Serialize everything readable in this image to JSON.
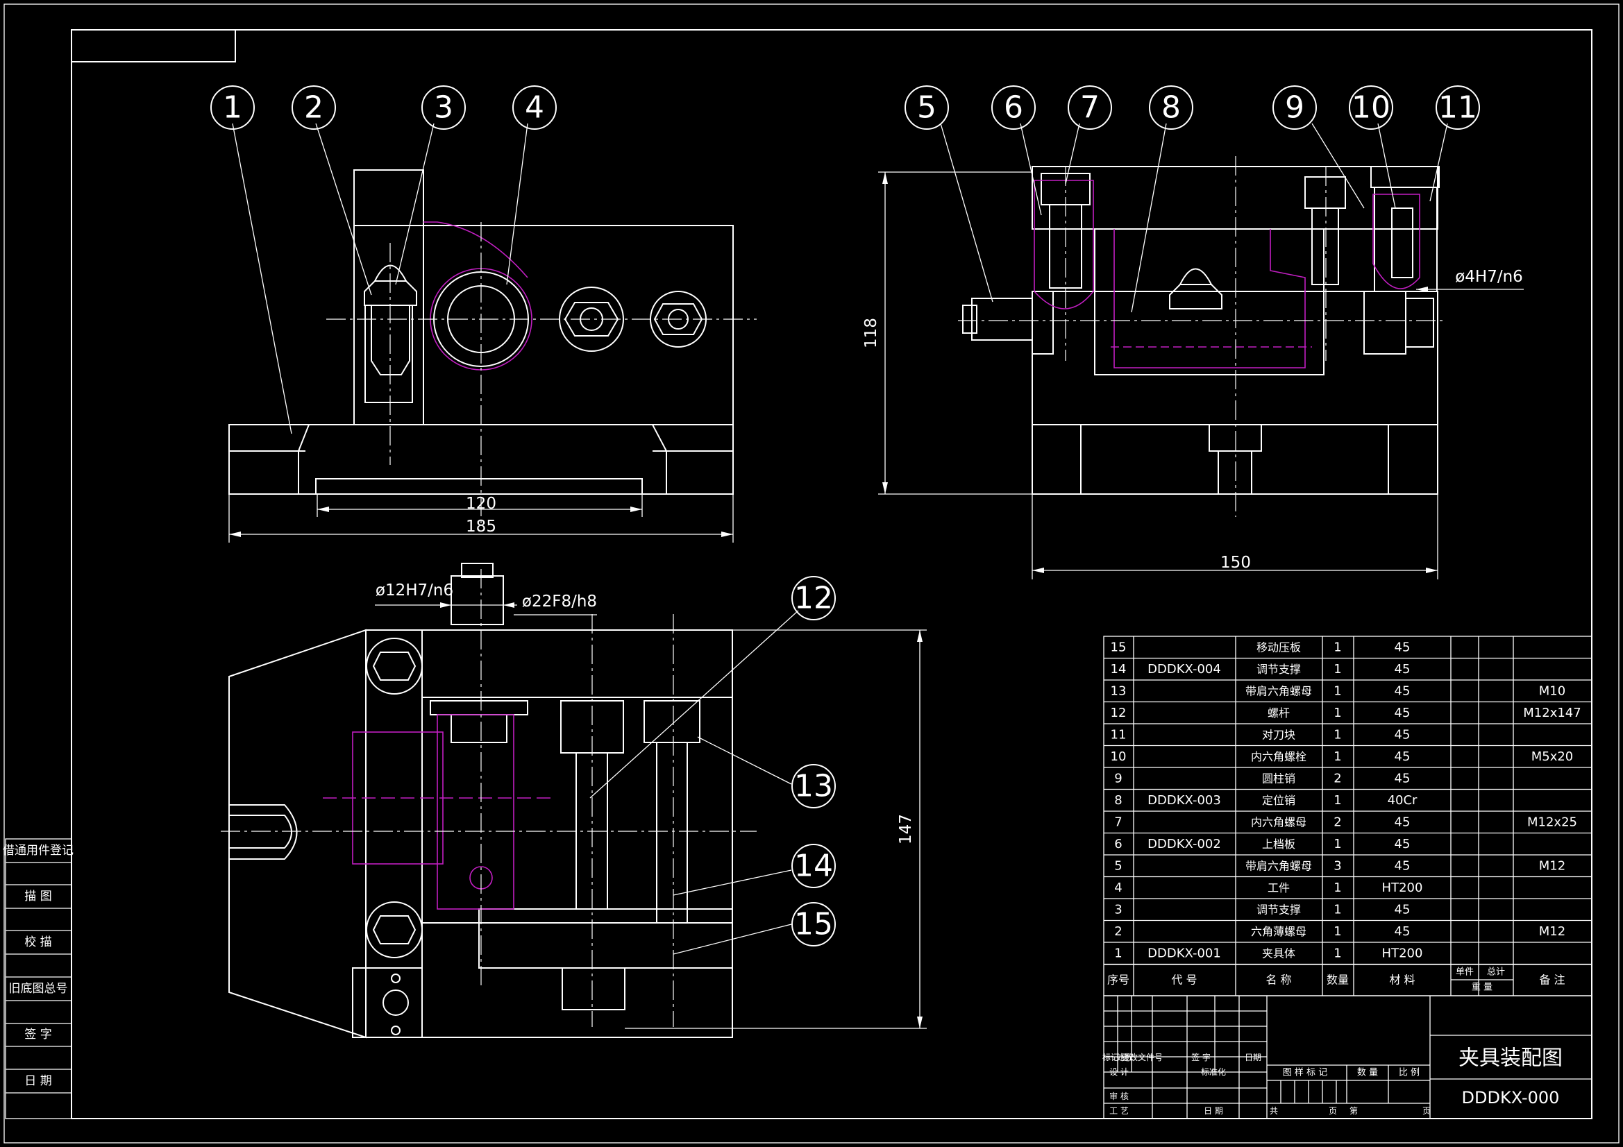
{
  "balloons": [
    "1",
    "2",
    "3",
    "4",
    "5",
    "6",
    "7",
    "8",
    "9",
    "10",
    "11",
    "12",
    "13",
    "14",
    "15"
  ],
  "dimensions": {
    "d120": "120",
    "d185": "185",
    "d118": "118",
    "d150": "150",
    "d147": "147",
    "fit_4": "ø4H7/n6",
    "fit_12": "ø12H7/n6",
    "fit_22": "ø22F8/h8"
  },
  "side_stamp": {
    "row1": "借通用件登记",
    "row2": "描    图",
    "row3": "校    描",
    "row4": "旧底图总号",
    "row5": "签    字",
    "row6": "日    期"
  },
  "bom": {
    "rows": [
      {
        "no": "15",
        "code": "",
        "name": "移动压板",
        "qty": "1",
        "material": "45",
        "note": ""
      },
      {
        "no": "14",
        "code": "DDDKX-004",
        "name": "调节支撑",
        "qty": "1",
        "material": "45",
        "note": ""
      },
      {
        "no": "13",
        "code": "",
        "name": "带肩六角螺母",
        "qty": "1",
        "material": "45",
        "note": "M10"
      },
      {
        "no": "12",
        "code": "",
        "name": "螺杆",
        "qty": "1",
        "material": "45",
        "note": "M12x147"
      },
      {
        "no": "11",
        "code": "",
        "name": "对刀块",
        "qty": "1",
        "material": "45",
        "note": ""
      },
      {
        "no": "10",
        "code": "",
        "name": "内六角螺栓",
        "qty": "1",
        "material": "45",
        "note": "M5x20"
      },
      {
        "no": "9",
        "code": "",
        "name": "圆柱销",
        "qty": "2",
        "material": "45",
        "note": ""
      },
      {
        "no": "8",
        "code": "DDDKX-003",
        "name": "定位销",
        "qty": "1",
        "material": "40Cr",
        "note": ""
      },
      {
        "no": "7",
        "code": "",
        "name": "内六角螺母",
        "qty": "2",
        "material": "45",
        "note": "M12x25"
      },
      {
        "no": "6",
        "code": "DDDKX-002",
        "name": "上档板",
        "qty": "1",
        "material": "45",
        "note": ""
      },
      {
        "no": "5",
        "code": "",
        "name": "带肩六角螺母",
        "qty": "3",
        "material": "45",
        "note": "M12"
      },
      {
        "no": "4",
        "code": "",
        "name": "工件",
        "qty": "1",
        "material": "HT200",
        "note": ""
      },
      {
        "no": "3",
        "code": "",
        "name": "调节支撑",
        "qty": "1",
        "material": "45",
        "note": ""
      },
      {
        "no": "2",
        "code": "",
        "name": "六角薄螺母",
        "qty": "1",
        "material": "45",
        "note": "M12"
      },
      {
        "no": "1",
        "code": "DDDKX-001",
        "name": "夹具体",
        "qty": "1",
        "material": "HT200",
        "note": ""
      }
    ],
    "header": {
      "no": "序号",
      "code": "代    号",
      "name": "名    称",
      "qty": "数量",
      "material": "材    料",
      "unit": "单件",
      "total": "总计",
      "weight": "重    量",
      "note": "备    注"
    }
  },
  "title_block": {
    "title": "夹具装配图",
    "drawing_no": "DDDKX-000",
    "rev_headers": [
      "标记",
      "处数",
      "更改文件号",
      "签  字",
      "日期"
    ],
    "design": "设  计",
    "standard": "标准化",
    "review": "审  核",
    "process": "工  艺",
    "date": "日  期",
    "stage": "图  样  标  记",
    "weight": "数  量",
    "scale": "比  例",
    "sheets_total": "共",
    "sheet_no": "第",
    "page_of": "页",
    "page_unit": "页"
  }
}
